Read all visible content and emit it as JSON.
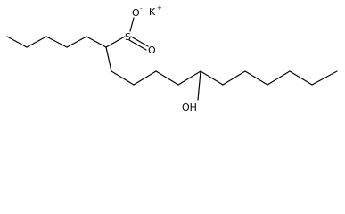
{
  "molecule": {
    "counterion": {
      "symbol": "K",
      "charge": "+"
    },
    "sulfonate": {
      "sulfur": "S",
      "oxygen_top": "O",
      "oxygen_top_charge": "-",
      "oxygen_right": "O"
    },
    "hydroxyl": "OH"
  }
}
